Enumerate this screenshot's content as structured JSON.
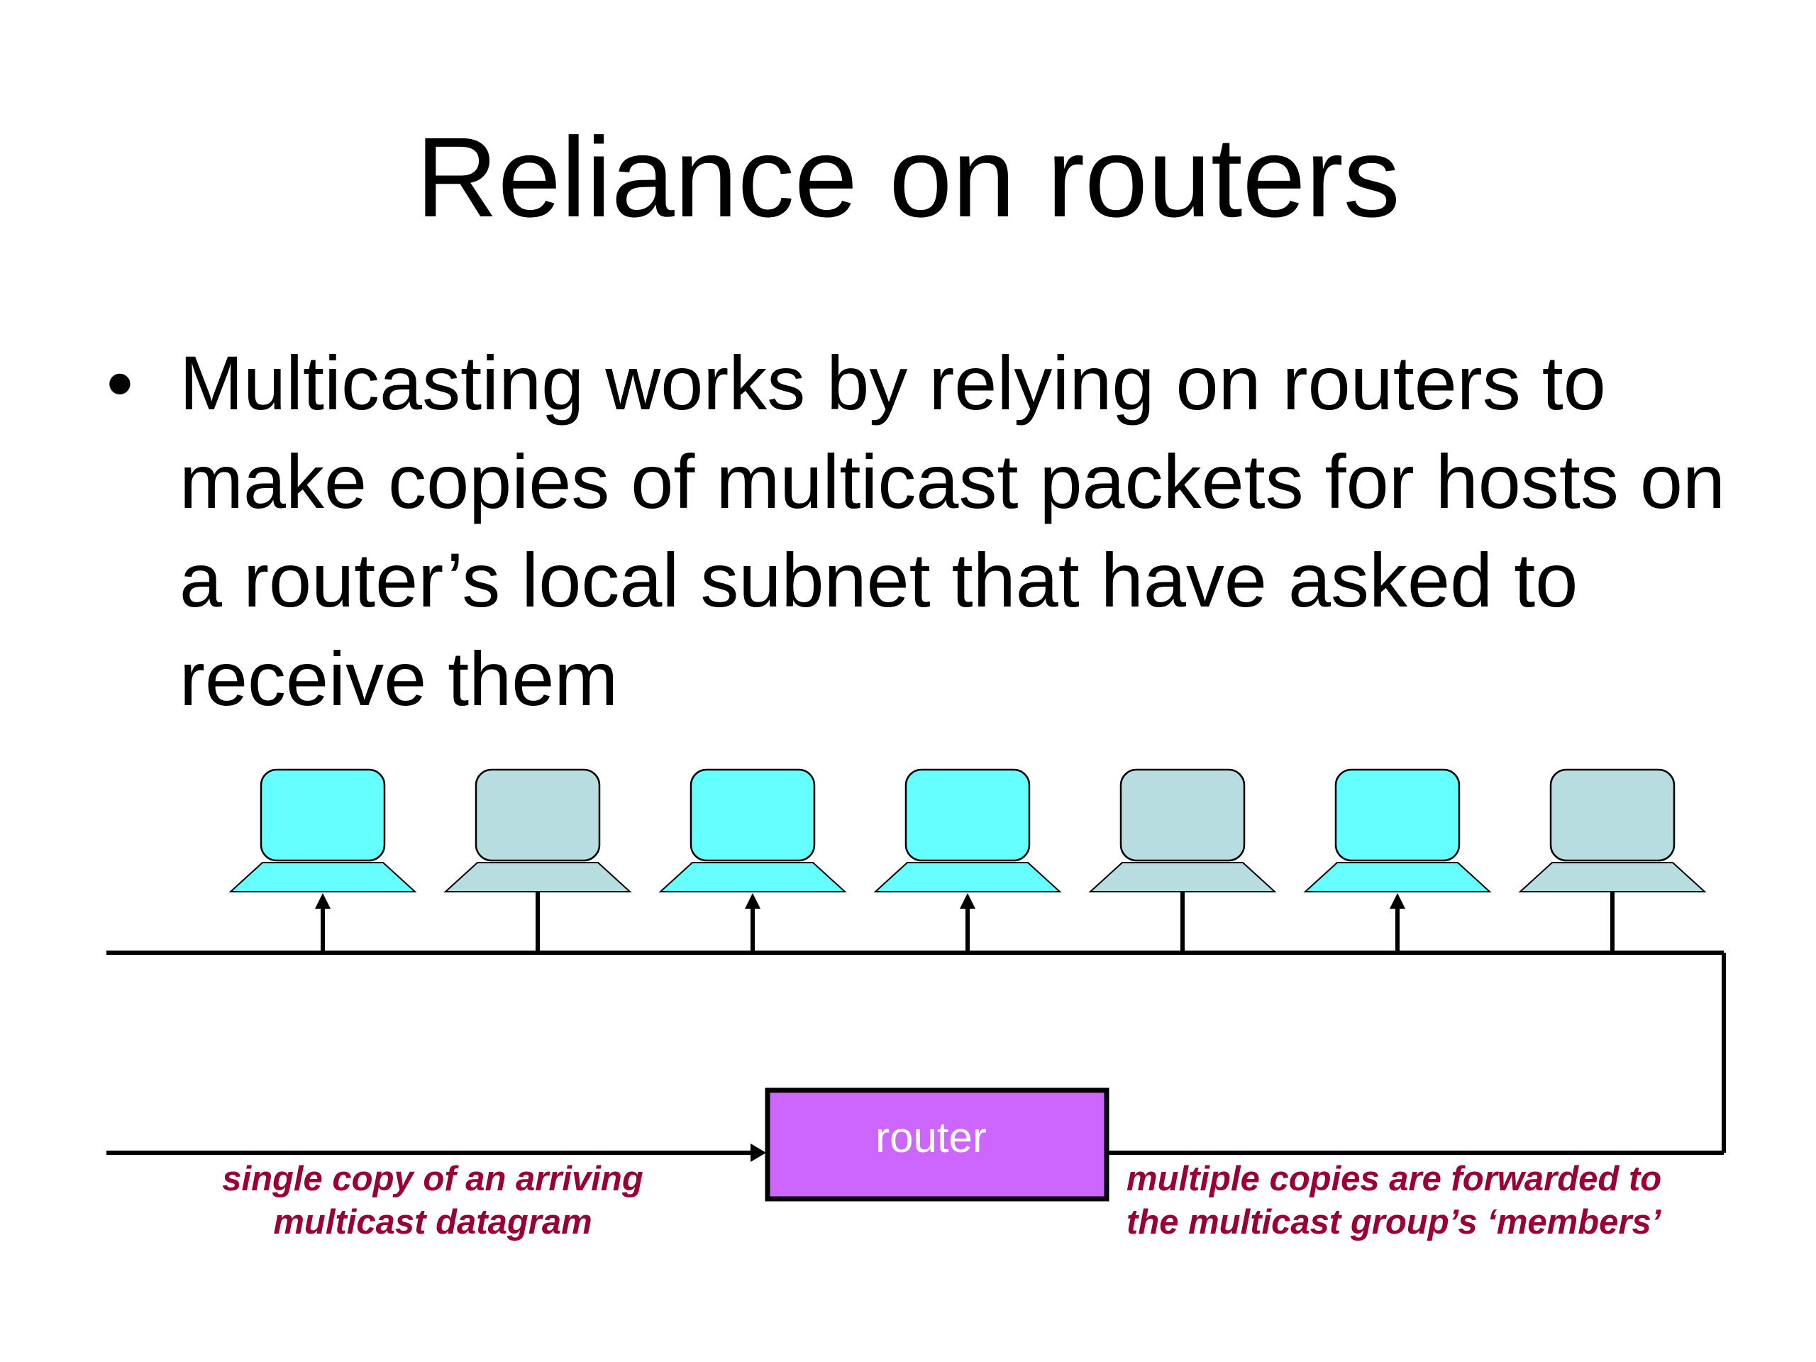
{
  "slide": {
    "title": "Reliance on routers",
    "bullets": [
      "Multicasting works by relying on routers to make copies of multicast packets for hosts on a router’s local subnet that have asked to receive them"
    ]
  },
  "diagram": {
    "router_label": "router",
    "left_caption": [
      "single copy of an arriving",
      "multicast datagram"
    ],
    "right_caption": [
      "multiple copies are forwarded to",
      "the multicast group’s ‘members’"
    ],
    "hosts": [
      {
        "member": true
      },
      {
        "member": false
      },
      {
        "member": true
      },
      {
        "member": true
      },
      {
        "member": false
      },
      {
        "member": true
      },
      {
        "member": false
      }
    ],
    "colors": {
      "member_host": "#66FFFF",
      "non_member_host": "#B8DDE0",
      "router_fill": "#CC66FF",
      "caption_text": "#990033",
      "line": "#000000"
    }
  }
}
